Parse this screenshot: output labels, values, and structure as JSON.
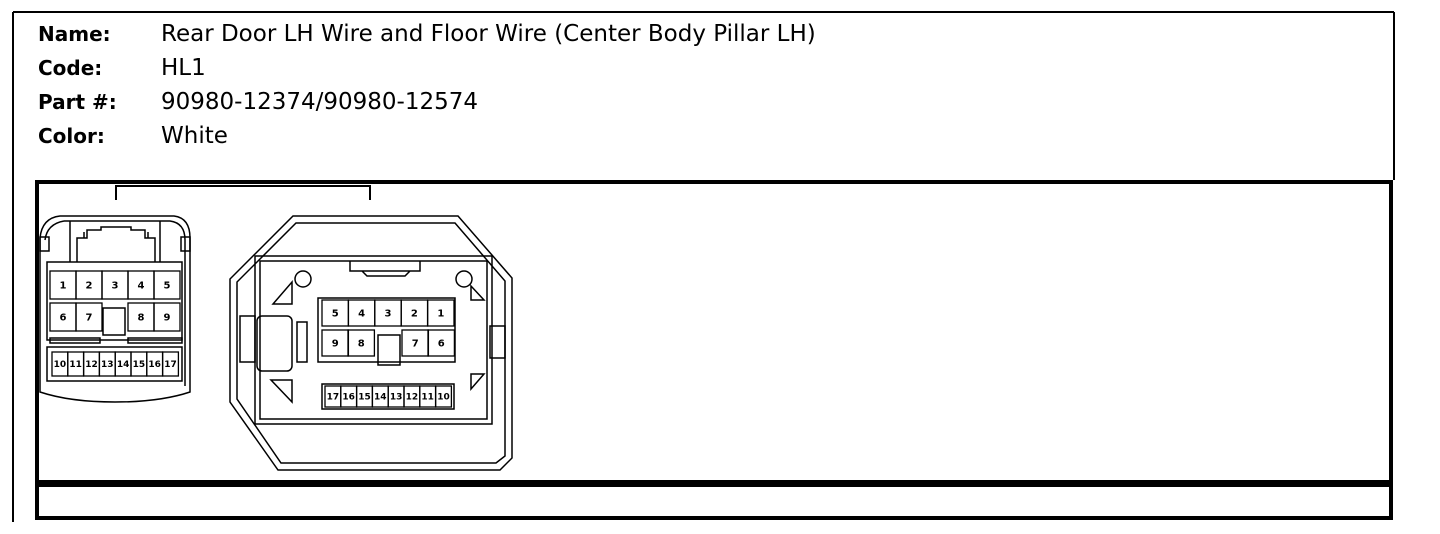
{
  "connector": {
    "name_label": "Name:",
    "name_value": "Rear Door LH Wire and Floor Wire (Center Body Pillar LH)",
    "code_label": "Code:",
    "code_value": "HL1",
    "part_label": "Part #:",
    "part_value": "90980-12374/90980-12574",
    "color_label": "Color:",
    "color_value": "White"
  },
  "left_connector": {
    "top_row": [
      "1",
      "2",
      "3",
      "4",
      "5"
    ],
    "middle_row_left": [
      "6",
      "7"
    ],
    "middle_row_right": [
      "8",
      "9"
    ],
    "bottom_row": [
      "10",
      "11",
      "12",
      "13",
      "14",
      "15",
      "16",
      "17"
    ]
  },
  "right_connector": {
    "top_row": [
      "5",
      "4",
      "3",
      "2",
      "1"
    ],
    "middle_row_left": [
      "9",
      "8"
    ],
    "middle_row_right": [
      "7",
      "6"
    ],
    "bottom_row": [
      "17",
      "16",
      "15",
      "14",
      "13",
      "12",
      "11",
      "10"
    ]
  }
}
